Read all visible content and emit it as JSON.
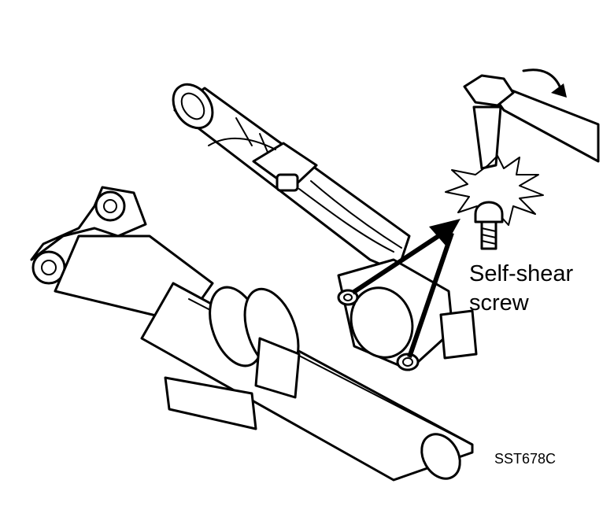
{
  "callout": {
    "line1": "Self-shear",
    "line2": "screw"
  },
  "figure_id": "SST678C"
}
